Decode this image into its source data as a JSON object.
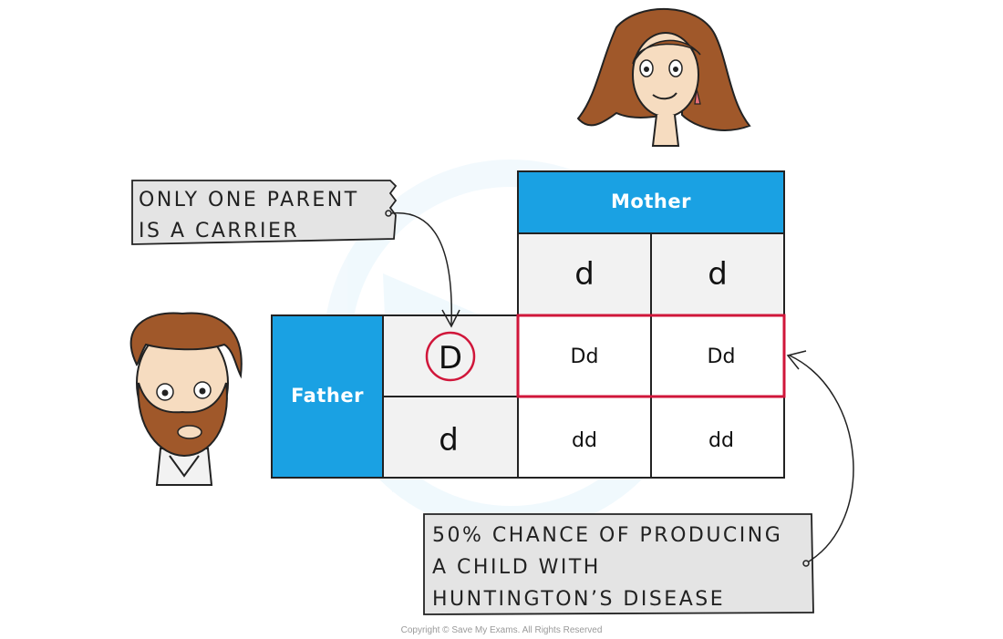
{
  "colors": {
    "header_blue": "#1aa1e3",
    "highlight_red": "#d0163a",
    "cell_grey": "#f2f2f2",
    "note_grey": "#e4e4e4",
    "hair_brown": "#a0582a"
  },
  "punnett": {
    "mother_label": "Mother",
    "father_label": "Father",
    "mother_alleles": [
      "d",
      "d"
    ],
    "father_alleles": [
      "D",
      "d"
    ],
    "offspring": [
      [
        "Dd",
        "Dd"
      ],
      [
        "dd",
        "dd"
      ]
    ]
  },
  "notes": {
    "carrier": [
      "ONLY ONE PARENT",
      "IS A CARRIER"
    ],
    "chance": [
      "50% CHANCE OF PRODUCING",
      "A CHILD WITH",
      "HUNTINGTON’S  DISEASE"
    ]
  },
  "icons": {
    "mother": "woman-face-icon",
    "father": "bearded-man-face-icon"
  },
  "footer": {
    "copyright": "Copyright © Save My Exams. All Rights Reserved"
  }
}
